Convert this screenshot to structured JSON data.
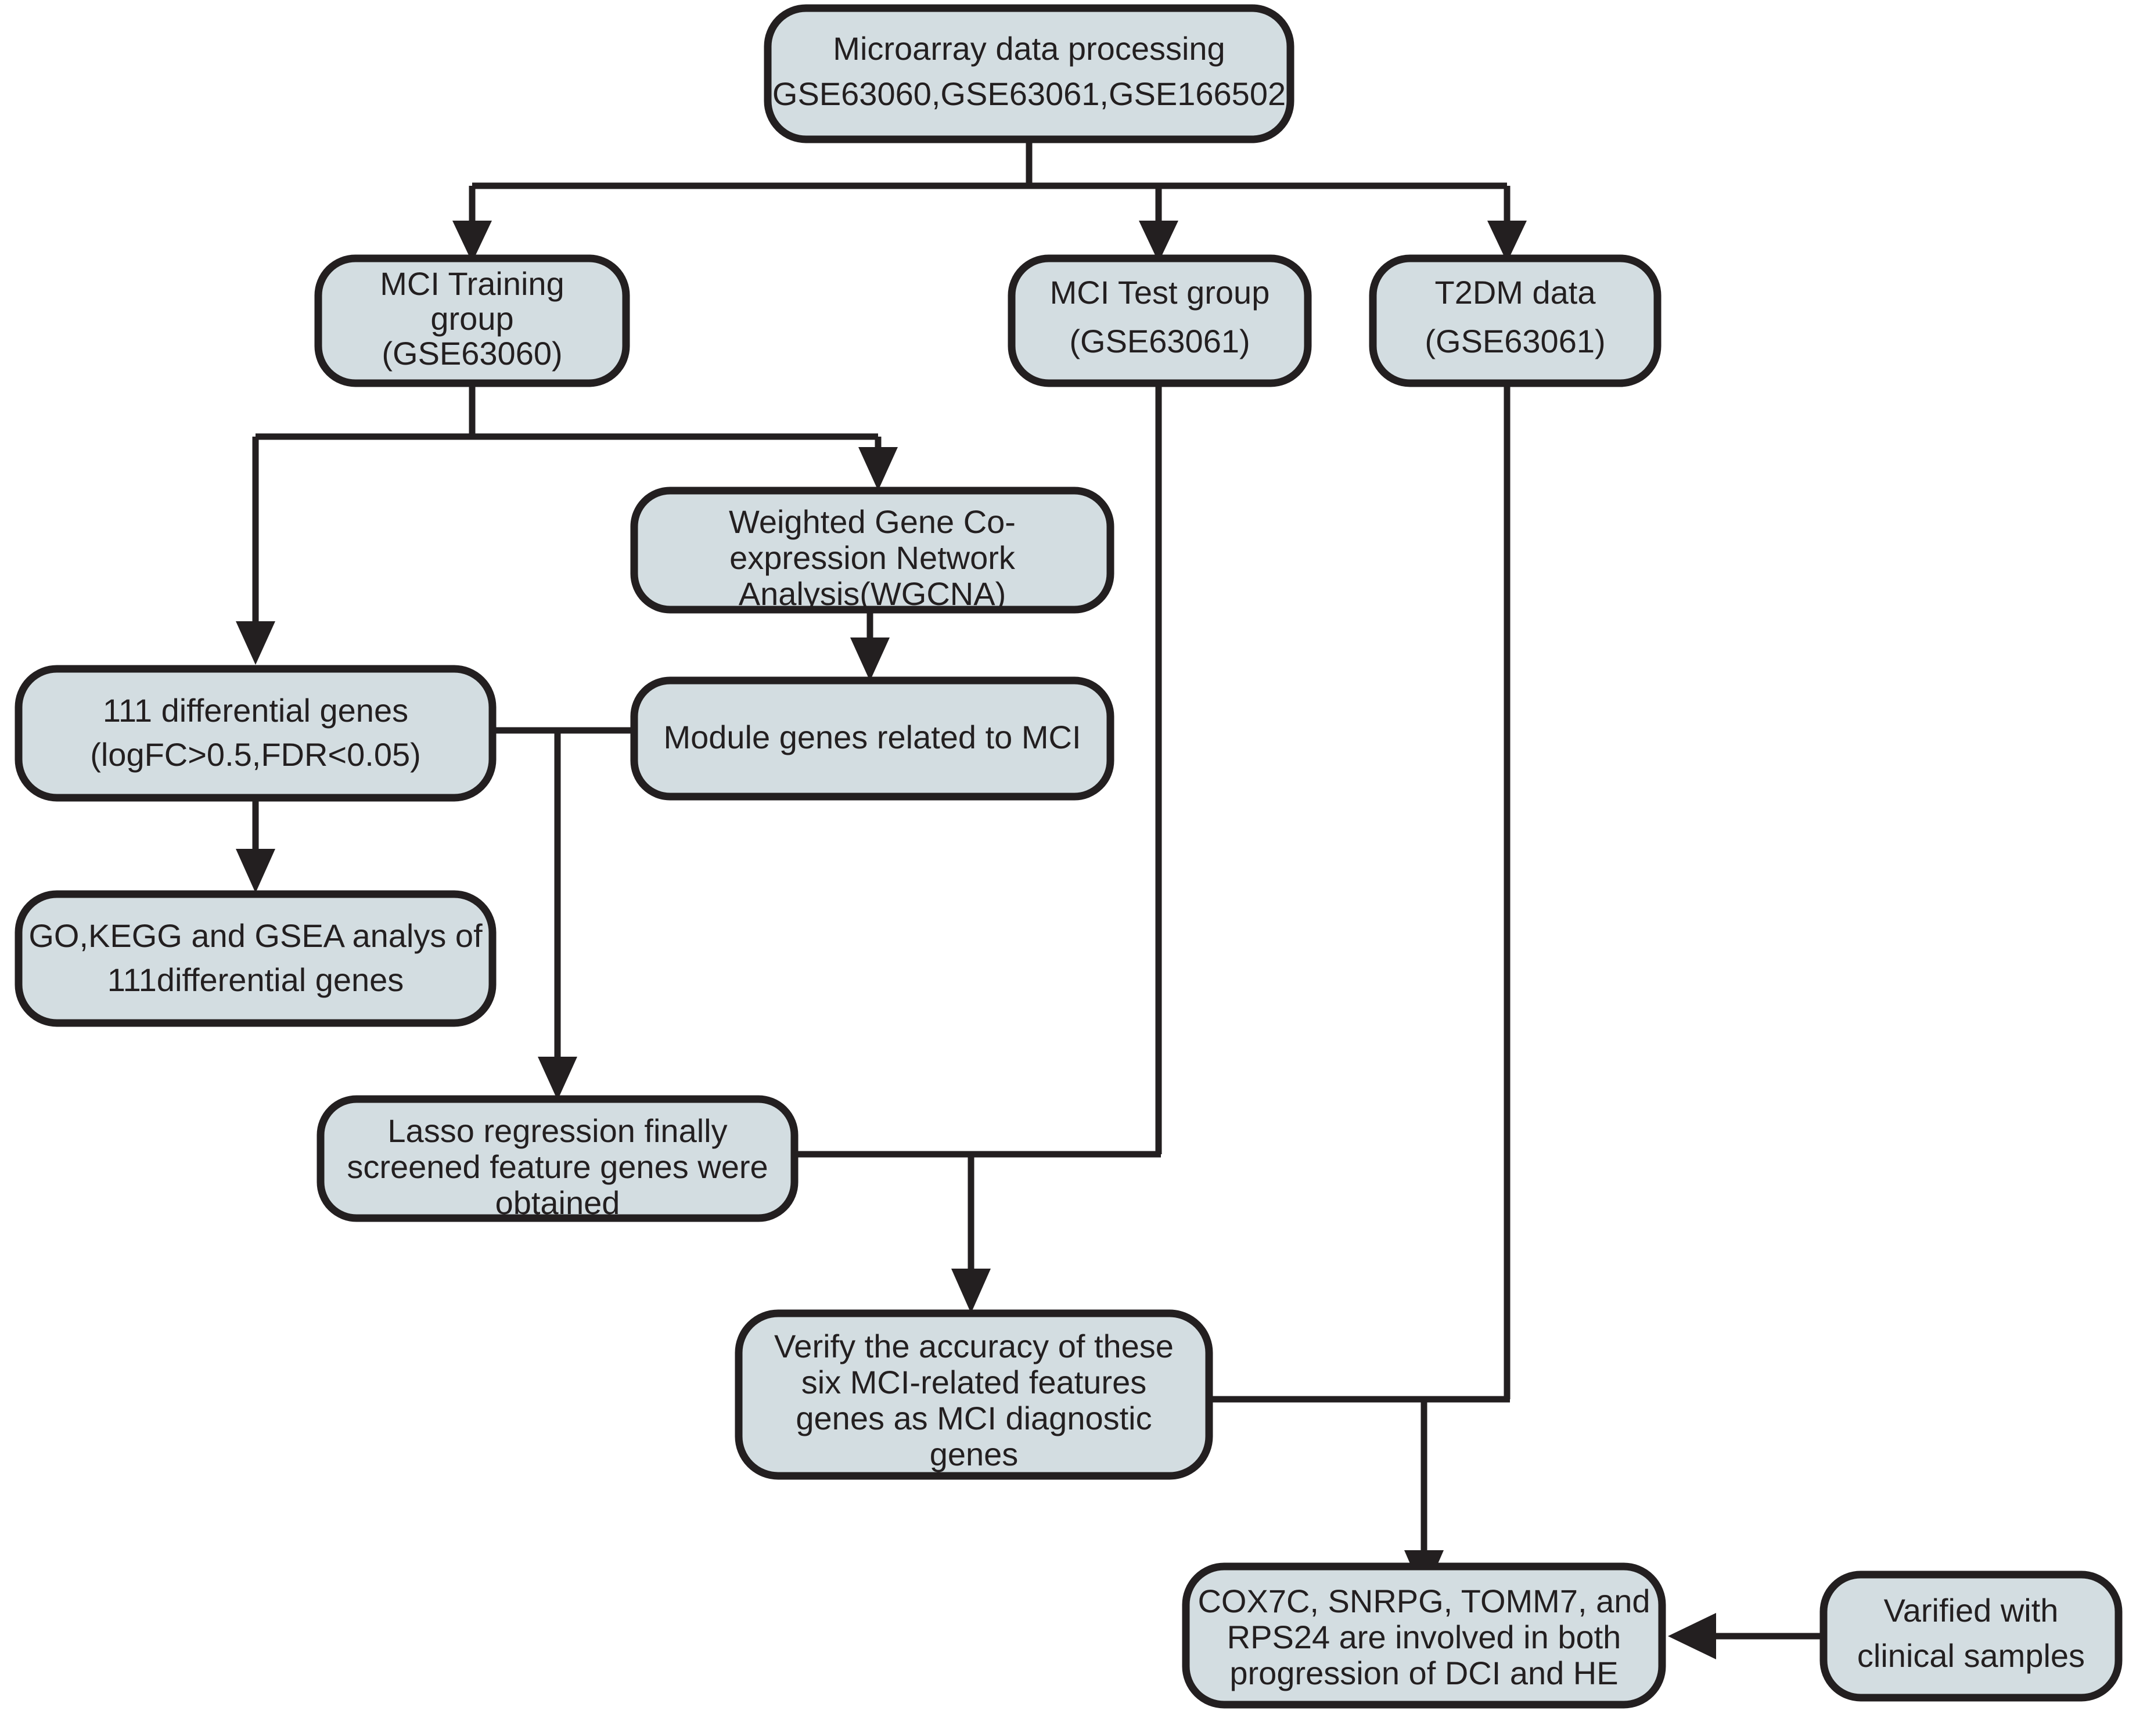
{
  "diagram": {
    "title": "Microarray data processing study workflow",
    "colors": {
      "node_fill": "#d3dde1",
      "node_stroke": "#231f20",
      "edge": "#231f20",
      "background": "#ffffff"
    },
    "nodes": {
      "microarray": {
        "id": "microarray-data-processing",
        "lines": [
          "Microarray data processing",
          "GSE63060,GSE63061,GSE166502"
        ]
      },
      "training": {
        "id": "mci-training-group",
        "lines": [
          "MCI Training",
          "group",
          "(GSE63060)"
        ]
      },
      "test": {
        "id": "mci-test-group",
        "lines": [
          "MCI Test group",
          "(GSE63061)"
        ]
      },
      "t2dm": {
        "id": "t2dm-data",
        "lines": [
          "T2DM data",
          "(GSE63061)"
        ]
      },
      "wgcna": {
        "id": "wgcna-analysis",
        "lines": [
          "Weighted Gene Co-",
          "expression Network",
          "Analysis(WGCNA)"
        ]
      },
      "degs": {
        "id": "differential-genes",
        "lines": [
          "111 differential genes",
          "(logFC>0.5,FDR<0.05)"
        ]
      },
      "module": {
        "id": "module-genes",
        "lines": [
          "Module genes related to MCI"
        ]
      },
      "enrichment": {
        "id": "enrichment-analysis",
        "lines": [
          "GO,KEGG and GSEA analys of",
          "111differential genes"
        ]
      },
      "lasso": {
        "id": "lasso-regression",
        "lines": [
          "Lasso regression finally",
          "screened feature genes were",
          "obtained"
        ]
      },
      "verify": {
        "id": "verify-accuracy",
        "lines": [
          "Verify the accuracy of these",
          "six MCI-related features",
          "genes as MCI diagnostic",
          "genes"
        ]
      },
      "genes": {
        "id": "final-genes",
        "lines": [
          "COX7C, SNRPG, TOMM7, and",
          "RPS24 are involved in both",
          "progression of DCI and HE"
        ]
      },
      "clinical": {
        "id": "clinical-validation",
        "lines": [
          "Varified with",
          "clinical samples"
        ]
      }
    },
    "edges": [
      {
        "id": "edge-microarray-to-training",
        "from": "microarray",
        "to": "training",
        "kind": "arrow"
      },
      {
        "id": "edge-microarray-to-test",
        "from": "microarray",
        "to": "test",
        "kind": "arrow"
      },
      {
        "id": "edge-microarray-to-t2dm",
        "from": "microarray",
        "to": "t2dm",
        "kind": "arrow"
      },
      {
        "id": "edge-training-to-degs",
        "from": "training",
        "to": "degs",
        "kind": "arrow"
      },
      {
        "id": "edge-training-to-wgcna",
        "from": "training",
        "to": "wgcna",
        "kind": "arrow"
      },
      {
        "id": "edge-wgcna-to-module",
        "from": "wgcna",
        "to": "module",
        "kind": "arrow"
      },
      {
        "id": "edge-degs-to-enrichment",
        "from": "degs",
        "to": "enrichment",
        "kind": "arrow"
      },
      {
        "id": "edge-degs-module-to-lasso",
        "from": "degs,module",
        "to": "lasso",
        "kind": "arrow"
      },
      {
        "id": "edge-lasso-test-to-verify",
        "from": "lasso,test",
        "to": "verify",
        "kind": "arrow"
      },
      {
        "id": "edge-verify-t2dm-to-genes",
        "from": "verify,t2dm",
        "to": "genes",
        "kind": "arrow"
      },
      {
        "id": "edge-clinical-to-genes",
        "from": "clinical",
        "to": "genes",
        "kind": "arrow"
      }
    ]
  }
}
